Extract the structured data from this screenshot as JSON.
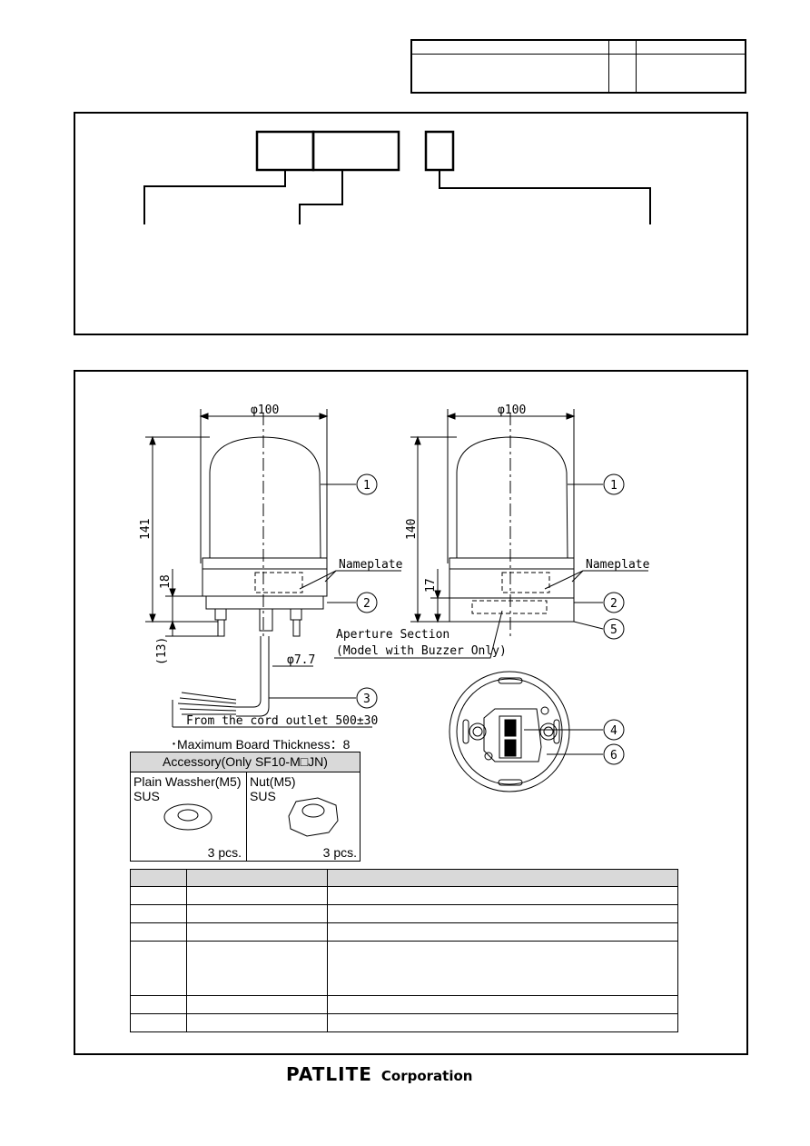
{
  "dimensions": {
    "left_width": "φ100",
    "right_width": "φ100",
    "left_height": "141",
    "right_height": "140",
    "left_base": "18",
    "right_base": "17",
    "left_terminal": "(13)",
    "cable_dia": "φ7.7",
    "cord_length": "From the cord outlet 500±30"
  },
  "callouts": {
    "nameplate_left": "Nameplate",
    "nameplate_right": "Nameplate",
    "aperture_line1": "Aperture Section",
    "aperture_line2": "(Model with Buzzer Only)",
    "n1": "1",
    "n2": "2",
    "n3": "3",
    "n4": "4",
    "n5": "5",
    "n6": "6"
  },
  "board_note": "･Maximum Board Thickness：8",
  "accessory": {
    "header": "Accessory(Only SF10-M□JN)",
    "item1_name": "Plain Wassher(M5)",
    "item1_material": "SUS",
    "item1_qty": "3 pcs.",
    "item2_name": "Nut(M5)",
    "item2_material": "SUS",
    "item2_qty": "3 pcs."
  },
  "footer": {
    "brand": "PATLITE",
    "corp": "Corporation"
  },
  "colors": {
    "line": "#000000",
    "header_fill": "#d9d9d9"
  }
}
